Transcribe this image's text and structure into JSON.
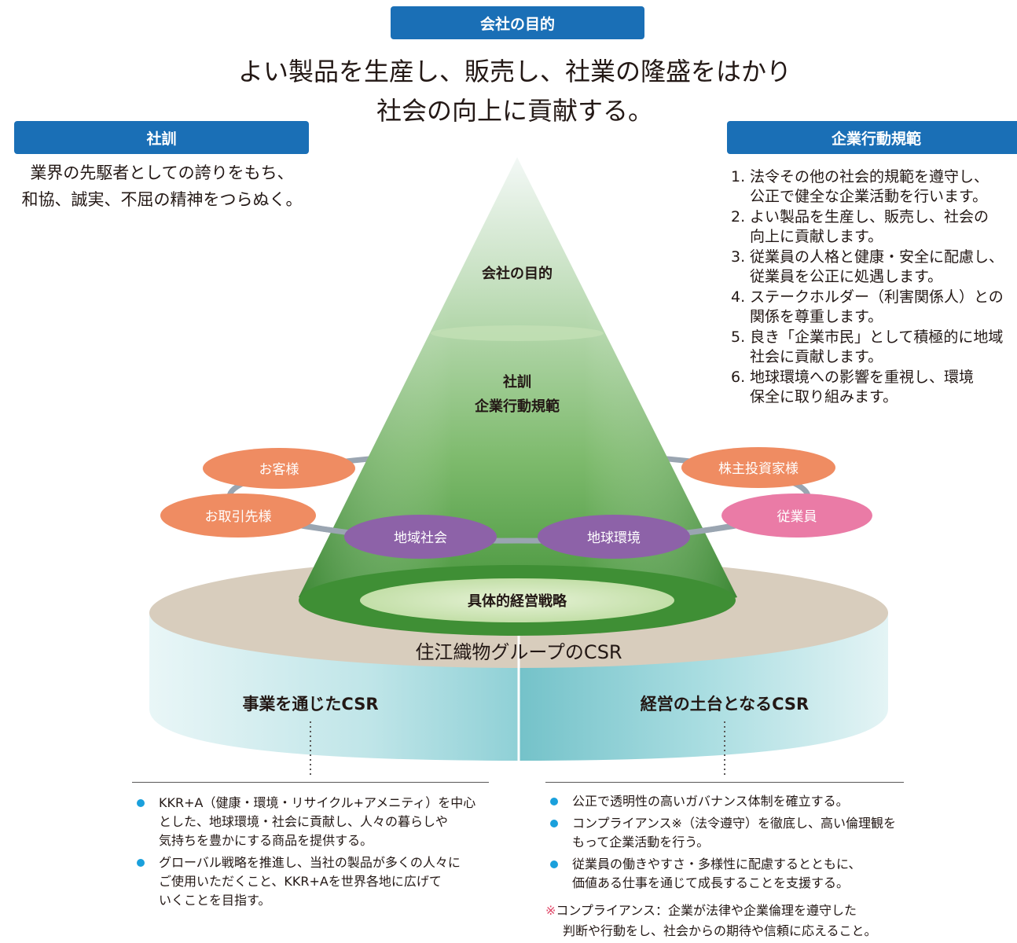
{
  "purpose": {
    "heading": "会社の目的",
    "statement_line1": "よい製品を生産し、販売し、社業の隆盛をはかり",
    "statement_line2": "社会の向上に貢献する。"
  },
  "motto": {
    "heading": "社訓",
    "line1": "業界の先駆者としての誇りをもち、",
    "line2": "和協、誠実、不屈の精神をつらぬく。"
  },
  "conduct": {
    "heading": "企業行動規範",
    "items": [
      {
        "num": "1.",
        "line1": "法令その他の社会的規範を遵守し、",
        "line2": "公正で健全な企業活動を行います。"
      },
      {
        "num": "2.",
        "line1": "よい製品を生産し、販売し、社会の",
        "line2": "向上に貢献します。"
      },
      {
        "num": "3.",
        "line1": "従業員の人格と健康・安全に配慮し、",
        "line2": "従業員を公正に処遇します。"
      },
      {
        "num": "4.",
        "line1": "ステークホルダー（利害関係人）との",
        "line2": "関係を尊重します。"
      },
      {
        "num": "5.",
        "line1": "良き「企業市民」として積極的に地域",
        "line2": "社会に貢献します。"
      },
      {
        "num": "6.",
        "line1": "地球環境への影響を重視し、環境",
        "line2": "保全に取り組みます。"
      }
    ]
  },
  "pyramid": {
    "top_label": "会社の目的",
    "mid_label_line1": "社訓",
    "mid_label_line2": "企業行動規範",
    "base_label": "具体的経営戦略"
  },
  "stakeholders": {
    "customers": "お客様",
    "suppliers": "お取引先様",
    "community": "地域社会",
    "environment": "地球環境",
    "shareholders": "株主投資家様",
    "employees": "従業員"
  },
  "colors": {
    "banner_blue": "#1a6fb6",
    "stakeholder_orange": "#ef8c62",
    "stakeholder_purple": "#8d62a8",
    "stakeholder_pink": "#ea7ba6",
    "pyramid_green": "#4b9a3d",
    "disc_beige": "#d8cdbd",
    "cylinder_teal": "#8fd0d6",
    "bullet_blue": "#1aa0dc"
  },
  "csr": {
    "title": "住江織物グループのCSR",
    "left_label": "事業を通じたCSR",
    "right_label": "経営の土台となるCSR"
  },
  "left_bullets": [
    {
      "lines": [
        "KKR+A（健康・環境・リサイクル+アメニティ）を中心",
        "とした、地球環境・社会に貢献し、人々の暮らしや",
        "気持ちを豊かにする商品を提供する。"
      ]
    },
    {
      "lines": [
        "グローバル戦略を推進し、当社の製品が多くの人々に",
        "ご使用いただくこと、KKR+Aを世界各地に広げて",
        "いくことを目指す。"
      ]
    }
  ],
  "right_bullets": [
    {
      "lines": [
        "公正で透明性の高いガバナンス体制を確立する。"
      ]
    },
    {
      "lines": [
        "コンプライアンス※（法令遵守）を徹底し、高い倫理観を",
        "もって企業活動を行う。"
      ]
    },
    {
      "lines": [
        "従業員の働きやすさ・多様性に配慮するとともに、",
        "価値ある仕事を通じて成長することを支援する。"
      ]
    }
  ],
  "footnote": {
    "mark": "※",
    "line1": "コンプライアンス：企業が法律や企業倫理を遵守した",
    "line2": "判断や行動をし、社会からの期待や信頼に応えること。"
  }
}
